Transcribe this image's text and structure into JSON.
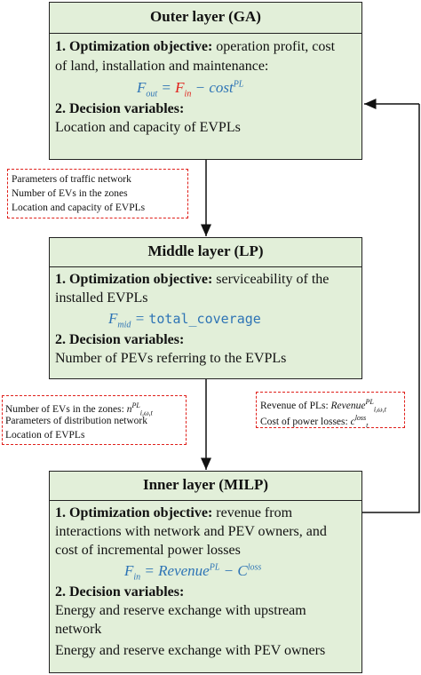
{
  "outer": {
    "title": "Outer layer (GA)",
    "objective_label": "1. Optimization objective:",
    "objective_text_1": " operation profit, cost",
    "objective_text_2": "of land, installation and maintenance:",
    "formula": {
      "lhs": "F",
      "lhs_sub": "out",
      "eq": " = ",
      "t1": "F",
      "t1_sub": "in",
      "minus": " − ",
      "t2": "cost",
      "t2_sup": "PL"
    },
    "decision_label": "2. Decision variables:",
    "decision_text": "Location and capacity of EVPLs"
  },
  "middle": {
    "title": "Middle layer (LP)",
    "objective_label": "1. Optimization objective:",
    "objective_text_1": " serviceability of the",
    "objective_text_2": "installed EVPLs",
    "formula": {
      "lhs": "F",
      "lhs_sub": "mid",
      "eq": " = ",
      "rhs": "total_coverage"
    },
    "decision_label": "2. Decision variables:",
    "decision_text": "Number of PEVs referring to the EVPLs"
  },
  "inner": {
    "title": "Inner layer (MILP)",
    "objective_label": "1. Optimization objective:",
    "objective_text_1": " revenue from",
    "objective_text_2": "interactions with network and PEV owners, and",
    "objective_text_3": "cost of incremental power losses",
    "formula": {
      "lhs": "F",
      "lhs_sub": "in",
      "eq": " = ",
      "t1": "Revenue",
      "t1_sup": "PL",
      "minus": " − ",
      "t2": "C",
      "t2_sup": "loss"
    },
    "decision_label": "2. Decision variables:",
    "decision_1": "Energy and reserve exchange with upstream",
    "decision_2": "network",
    "decision_3": "Energy and reserve exchange with PEV owners"
  },
  "notes": {
    "outer_to_middle": [
      "Parameters of traffic network",
      "Number of EVs in the zones",
      "Location and capacity of EVPLs"
    ],
    "middle_to_inner": {
      "line1_text": "Number of EVs in the zones: ",
      "line1_sym": "n",
      "line1_sup": "PL",
      "line1_sub": "i,ω,t",
      "line2": "Parameters of distribution network",
      "line3": "Location of EVPLs"
    },
    "inner_to_outer": {
      "line1_text": "Revenue of PLs: ",
      "line1_sym": "Revenue",
      "line1_sup": "PL",
      "line1_sub": "i,ω,t",
      "line2_text": "Cost of power losses: ",
      "line2_sym": "c",
      "line2_sup": "loss",
      "line2_sub": "t"
    }
  },
  "colors": {
    "box_fill": "#e2efd9",
    "formula_blue": "#2e74b5",
    "accent_red": "#e0201b"
  }
}
